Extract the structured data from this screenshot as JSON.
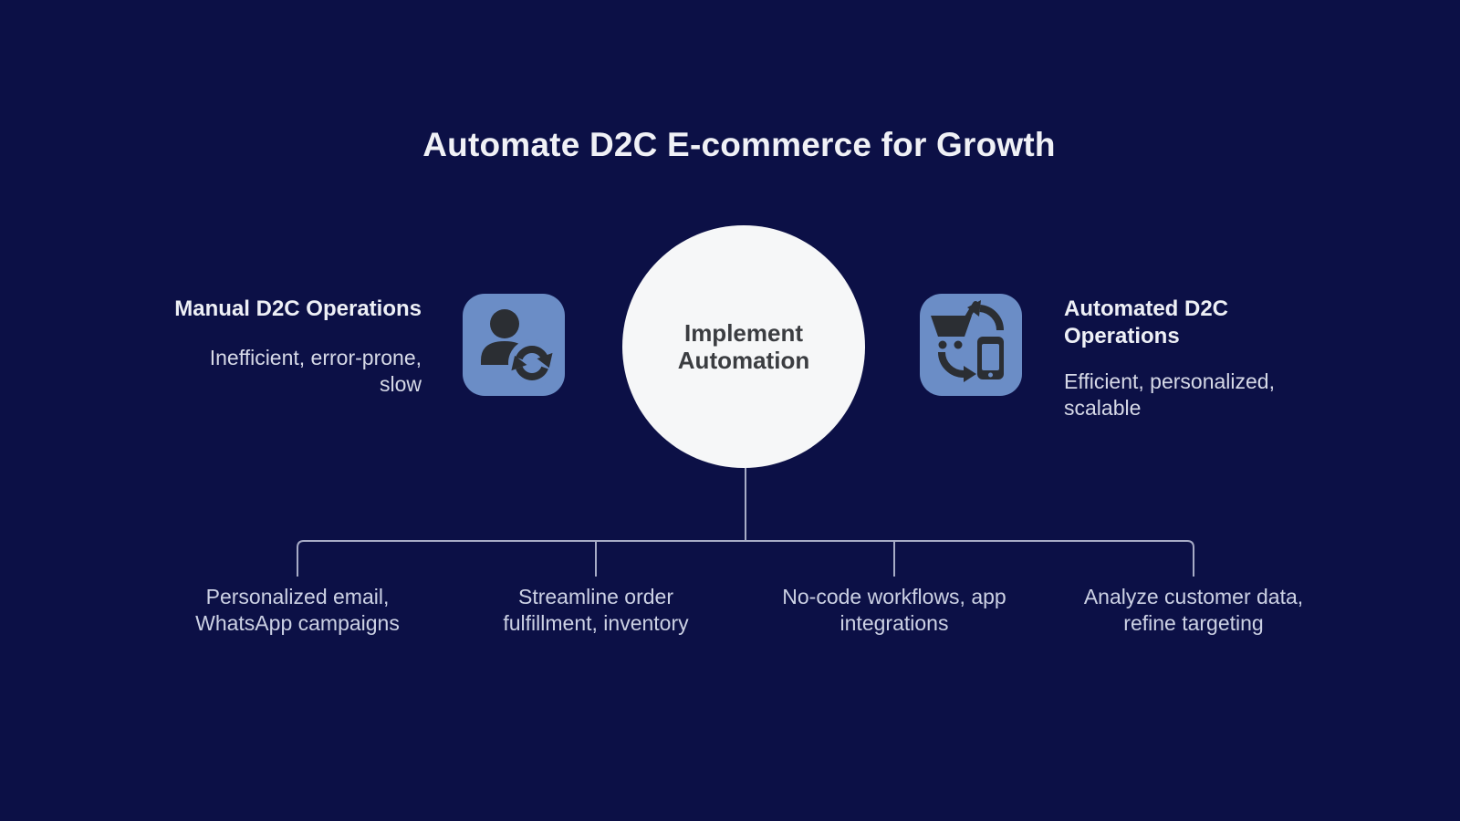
{
  "title": "Automate D2C E-commerce for Growth",
  "colors": {
    "background": "#0c1046",
    "tile_blue": "#6b8dc6",
    "icon_glyph": "#2b2e33",
    "circle_fill": "#f6f7f8",
    "circle_text": "#3b3d41",
    "connector_line": "#b8bdd4",
    "heading_text": "#eef0f6",
    "body_text": "#d6d9e7",
    "branch_text": "#ccd1e4"
  },
  "left_node": {
    "icon": "person-sync-icon",
    "heading": "Manual D2C Operations",
    "body_line1": "Inefficient, error-prone,",
    "body_line2": "slow"
  },
  "center_node": {
    "label_line1": "Implement",
    "label_line2": "Automation"
  },
  "right_node": {
    "icon": "cart-phone-sync-icon",
    "heading_line1": "Automated D2C",
    "heading_line2": "Operations",
    "body_line1": "Efficient, personalized,",
    "body_line2": "scalable"
  },
  "branches": [
    {
      "line1": "Personalized email,",
      "line2": "WhatsApp campaigns"
    },
    {
      "line1": "Streamline order",
      "line2": "fulfillment, inventory"
    },
    {
      "line1": "No-code workflows, app",
      "line2": "integrations"
    },
    {
      "line1": "Analyze customer data,",
      "line2": "refine targeting"
    }
  ]
}
